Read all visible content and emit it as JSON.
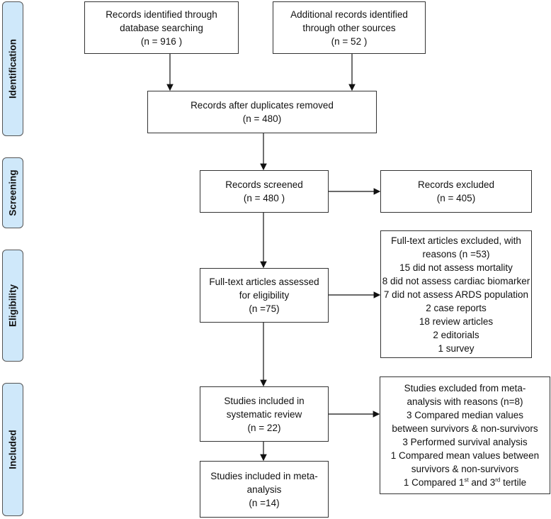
{
  "phases": [
    "Identification",
    "Screening",
    "Eligibility",
    "Included"
  ],
  "boxes": {
    "database": [
      "Records identified through",
      "database searching",
      "(n = 916  )"
    ],
    "other_sources": [
      "Additional records identified",
      "through other sources",
      "(n = 52  )"
    ],
    "duplicates_removed": [
      "Records after duplicates removed",
      "(n = 480)"
    ],
    "screened": [
      "Records screened",
      "(n =  480 )"
    ],
    "excluded": [
      "Records excluded",
      "(n = 405)"
    ],
    "fulltext_assessed": [
      "Full-text articles assessed",
      "for eligibility",
      "(n =75)"
    ],
    "fulltext_excluded": [
      "Full-text articles excluded, with",
      "reasons (n =53)",
      "15 did not assess mortality",
      "8 did not assess cardiac biomarker",
      "7 did not assess ARDS population",
      "2 case reports",
      "18 review articles",
      "2 editorials",
      "1 survey"
    ],
    "systematic_review": [
      "Studies included in",
      "systematic review",
      "(n = 22)"
    ],
    "meta_excluded": [
      "Studies excluded from meta-",
      "analysis with reasons (n=8)",
      "3 Compared median values",
      "between survivors & non-survivors",
      "3 Performed survival analysis",
      "1 Compared mean values between",
      "survivors & non-survivors"
    ],
    "meta_excluded_last": {
      "a": "1 Compared 1",
      "sup1": "st",
      "b": " and 3",
      "sup2": "rd",
      "c": " tertile"
    },
    "meta_analysis": [
      "Studies included in meta-",
      "analysis",
      "(n =14)"
    ]
  },
  "colors": {
    "phase_fill": "#cfe8fa",
    "border": "#333333"
  }
}
